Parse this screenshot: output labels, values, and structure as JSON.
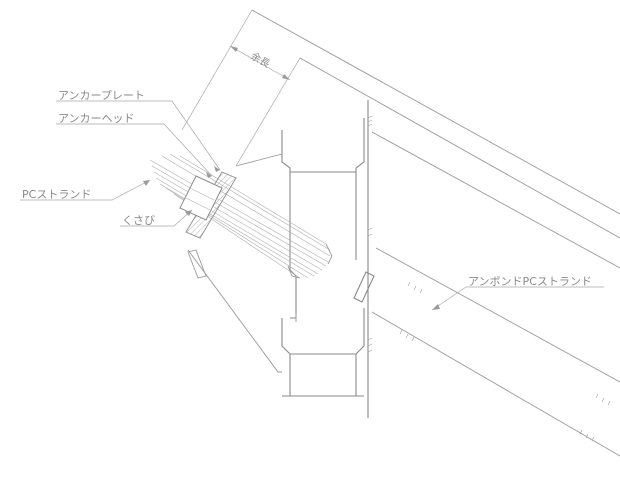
{
  "labels": {
    "anchor_plate": "アンカープレート",
    "anchor_head": "アンカーヘッド",
    "pc_strand": "PCストランド",
    "wedge": "くさび",
    "extra_length": "余長",
    "unbonded_strand": "アンボンドPCストランド"
  }
}
